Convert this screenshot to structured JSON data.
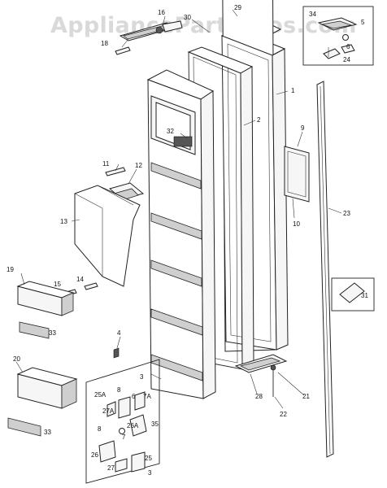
{
  "watermark": "AppliancePartsPros.com",
  "callouts": [
    "1",
    "2",
    "3",
    "4",
    "5",
    "6",
    "7",
    "7A",
    "8",
    "9",
    "10",
    "11",
    "12",
    "13",
    "14",
    "15",
    "16",
    "18",
    "19",
    "20",
    "21",
    "22",
    "23",
    "24",
    "25",
    "25A",
    "26",
    "26A",
    "27",
    "27A",
    "28",
    "29",
    "30",
    "31",
    "32",
    "33",
    "34",
    "35"
  ]
}
